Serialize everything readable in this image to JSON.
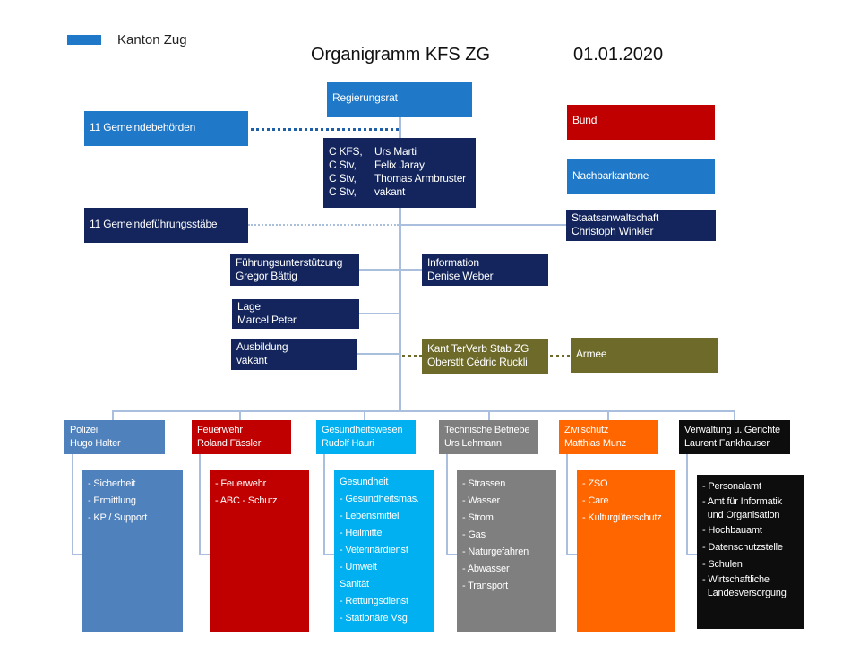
{
  "header": {
    "logo_text": "Kanton Zug",
    "title": "Organigramm KFS ZG",
    "date": "01.01.2020"
  },
  "colors": {
    "blue": "#1f78c8",
    "navy": "#13255c",
    "red": "#c00000",
    "olive": "#6d6a2a",
    "connector": "#a9bfdd"
  },
  "top": {
    "regierungsrat": "Regierungsrat",
    "gemeindebehoerden": "11 Gemeindebehörden",
    "gemeindefuehrungsstaebe": "11 Gemeindeführungsstäbe",
    "bund": "Bund",
    "nachbarkantone": "Nachbarkantone",
    "staatsanwaltschaft": [
      "Staatsanwaltschaft",
      "Christoph Winkler"
    ]
  },
  "executive": [
    {
      "role": "C KFS,",
      "name": "Urs Marti"
    },
    {
      "role": "C Stv,",
      "name": "Felix Jaray"
    },
    {
      "role": "C Stv,",
      "name": "Thomas Armbruster"
    },
    {
      "role": "C Stv,",
      "name": "vakant"
    }
  ],
  "staff": {
    "fuehrungsunterstuetzung": [
      "Führungsunterstützung",
      "Gregor Bättig"
    ],
    "information": [
      "Information",
      "Denise Weber"
    ],
    "lage": [
      "Lage",
      "Marcel Peter"
    ],
    "ausbildung": [
      "Ausbildung",
      "vakant"
    ],
    "territorial": [
      "Kant TerVerb Stab ZG",
      "Oberstlt Cédric Ruckli"
    ],
    "armee": "Armee"
  },
  "departments": [
    {
      "title": "Polizei",
      "head": "Hugo Halter",
      "items": [
        "- Sicherheit",
        "- Ermittlung",
        "- KP / Support"
      ]
    },
    {
      "title": "Feuerwehr",
      "head": "Roland Fässler",
      "items": [
        "- Feuerwehr",
        "- ABC - Schutz"
      ]
    },
    {
      "title": "Gesundheitswesen",
      "head": "Rudolf Hauri",
      "items": [
        "Gesundheit",
        "- Gesundheitsmas.",
        "- Lebensmittel",
        "- Heilmittel",
        "- Veterinärdienst",
        "- Umwelt",
        "Sanität",
        "- Rettungsdienst",
        "- Stationäre  Vsg"
      ]
    },
    {
      "title": "Technische Betriebe",
      "head": "Urs Lehmann",
      "items": [
        "- Strassen",
        "- Wasser",
        "- Strom",
        "- Gas",
        "- Naturgefahren",
        "- Abwasser",
        "- Transport"
      ]
    },
    {
      "title": "Zivilschutz",
      "head": "Matthias  Munz",
      "items": [
        "- ZSO",
        "- Care",
        "- Kulturgüterschutz"
      ]
    },
    {
      "title": "Verwaltung  u. Gerichte",
      "head": "Laurent Fankhauser",
      "items": [
        "- Personalamt",
        "- Amt für Informatik",
        "  und Organisation",
        "- Hochbauamt",
        "- Datenschutzstelle",
        "- Schulen",
        "- Wirtschaftliche",
        "  Landesversorgung"
      ]
    }
  ]
}
